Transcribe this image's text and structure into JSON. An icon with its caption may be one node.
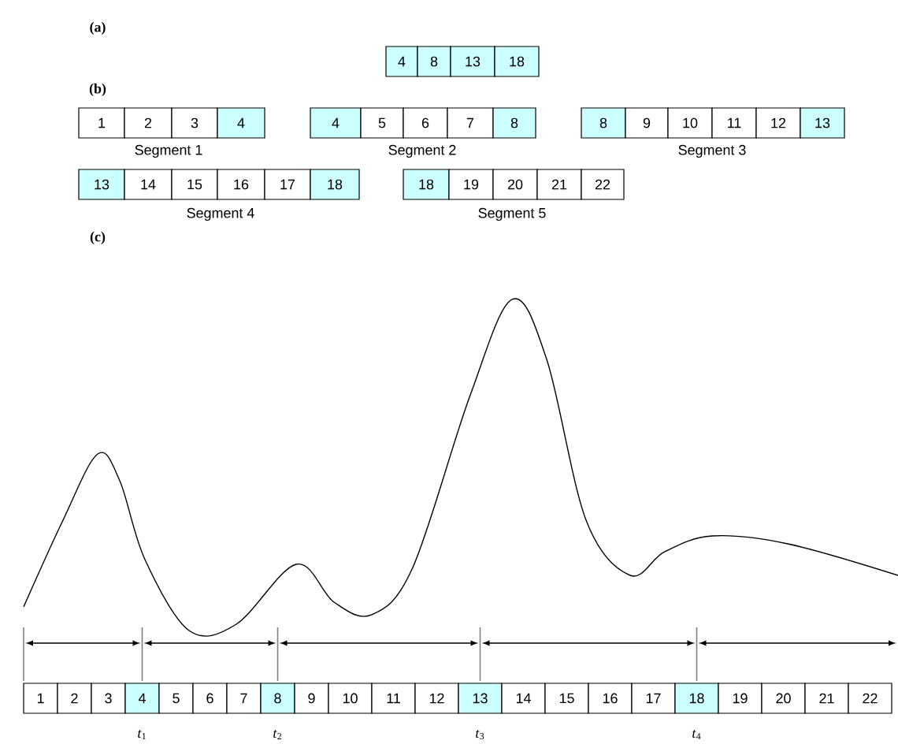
{
  "diagram": {
    "labels": [
      "(a)",
      "4",
      "8",
      "13",
      "18",
      "(b)",
      "1",
      "2",
      "3",
      "4",
      "4",
      "5",
      "6",
      "7",
      "8",
      "8",
      "9",
      "10",
      "11",
      "12",
      "13",
      "Segment 1",
      "Segment 2",
      "Segment 3",
      "13",
      "14",
      "15",
      "16",
      "17",
      "18",
      "18",
      "19",
      "20",
      "21",
      "22",
      "Segment 4",
      "Segment 5",
      "(c)",
      "1",
      "2",
      "3",
      "4",
      "5",
      "6",
      "7",
      "8",
      "9",
      "10",
      "11",
      "12",
      "13",
      "14",
      "15",
      "16",
      "17",
      "18",
      "19",
      "20",
      "21",
      "22",
      "*t*$_{1}$",
      "*t*$_{2}$",
      "*t*$_{3}$",
      "*t*$_{4}$"
    ]
  }
}
